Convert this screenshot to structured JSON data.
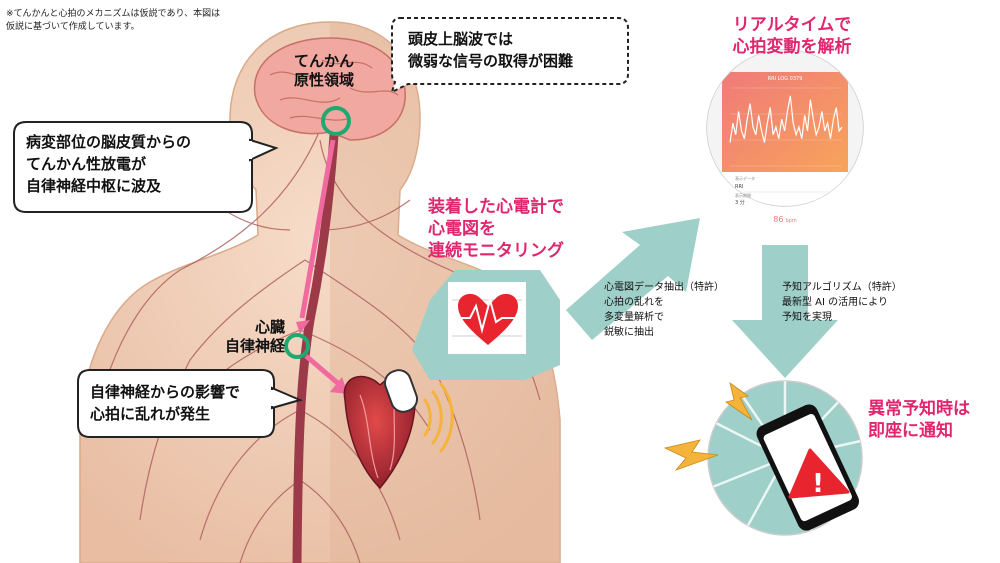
{
  "note": [
    "※てんかんと心拍のメカニズムは仮説であり、本図は",
    "仮説に基づいて作成しています。"
  ],
  "labels": {
    "epilepsy_origin": [
      "てんかん",
      "原性領域"
    ],
    "heart_nerve": [
      "心臓",
      "自律神経"
    ],
    "ecg_title": [
      "装着した心電計で",
      "心電図を",
      "連続モニタリング"
    ],
    "realtime_title": [
      "リアルタイムで",
      "心拍変動を解析"
    ],
    "alert_title": [
      "異常予知時は",
      "即座に通知"
    ]
  },
  "bubbles": {
    "scalp": [
      "頭皮上脳波では",
      "微弱な信号の取得が困難"
    ],
    "lesion": [
      "病変部位の脳皮質からの",
      "てんかん性放電が",
      "自律神経中枢に波及"
    ],
    "autonomic": [
      "自律神経からの影響で",
      "心拍に乱れが発生"
    ]
  },
  "process": {
    "ecg_extract": [
      "心電図データ抽出（特許）",
      "心拍の乱れを",
      "多変量解析で",
      "鋭敏に抽出"
    ],
    "prediction": [
      "予知アルゴリズム（特許）",
      "最新型 AI の活用により",
      "予知を実現"
    ]
  },
  "phone": {
    "screen_title": "RRI LOG 0379",
    "field1_label": "表示データ",
    "field1_value": "RRI",
    "field2_label": "表示期間",
    "field2_value": "3 分",
    "bpm_value": "86",
    "bpm_unit": "bpm"
  },
  "chart_data": {
    "type": "line",
    "title": "RRI LOG 0379",
    "x": [
      0,
      1,
      2,
      3,
      4,
      5,
      6,
      7,
      8,
      9,
      10,
      11,
      12,
      13,
      14,
      15,
      16,
      17,
      18,
      19,
      20,
      21,
      22,
      23,
      24,
      25,
      26,
      27,
      28,
      29,
      30,
      31,
      32,
      33,
      34,
      35,
      36,
      37,
      38,
      39
    ],
    "values": [
      30,
      55,
      40,
      70,
      45,
      35,
      60,
      80,
      50,
      40,
      65,
      45,
      30,
      55,
      75,
      40,
      50,
      35,
      60,
      45,
      70,
      90,
      55,
      40,
      50,
      35,
      65,
      45,
      85,
      60,
      40,
      50,
      70,
      45,
      55,
      35,
      60,
      75,
      45,
      50
    ],
    "ylim": [
      0,
      100
    ]
  },
  "colors": {
    "accent": "#e0266f",
    "arrow_pink": "#f06aa0",
    "teal": "#9ecfc8",
    "green_ring": "#1fa86f",
    "orange": "#f4b33a"
  }
}
